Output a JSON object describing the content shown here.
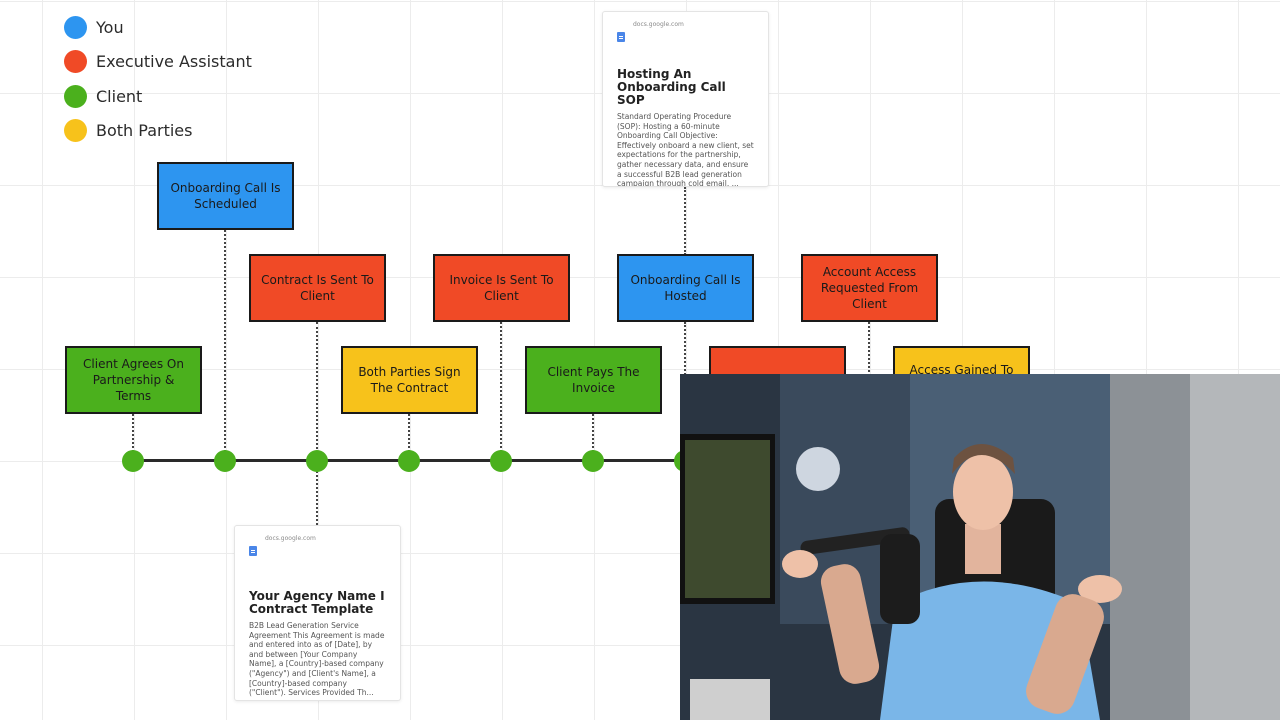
{
  "legend": [
    {
      "label": "You",
      "color": "#2d95f0"
    },
    {
      "label": "Executive Assistant",
      "color": "#f04a26"
    },
    {
      "label": "Client",
      "color": "#4bb01d"
    },
    {
      "label": "Both Parties",
      "color": "#f7c21b"
    }
  ],
  "nodes": {
    "onboarding_scheduled": "Onboarding Call Is Scheduled",
    "contract_sent": "Contract Is Sent To Client",
    "invoice_sent": "Invoice Is Sent To Client",
    "onboarding_hosted": "Onboarding Call Is Hosted",
    "account_access_requested": "Account Access Requested From Client",
    "client_agrees": "Client Agrees On Partnership & Terms",
    "both_sign": "Both Parties Sign The Contract",
    "client_pays": "Client Pays The Invoice",
    "access_gained": "Access Gained To"
  },
  "doc_cards": {
    "sop": {
      "source": "docs.google.com",
      "title": "Hosting An Onboarding Call SOP",
      "body": "Standard Operating Procedure (SOP): Hosting a 60-minute Onboarding Call Objective: Effectively onboard a new client, set expectations for the partnership, gather necessary data, and ensure a successful B2B lead generation campaign through cold email. ..."
    },
    "contract": {
      "source": "docs.google.com",
      "title": "Your Agency Name I Contract Template",
      "body": "B2B Lead Generation Service Agreement This Agreement is made and entered into as of [Date], by and between [Your Company Name], a [Country]-based company (\"Agency\") and [Client's Name], a [Country]-based company (\"Client\"). Services Provided Th..."
    }
  },
  "colors": {
    "you": "#2d95f0",
    "executive_assistant": "#f04a26",
    "client": "#4bb01d",
    "both_parties": "#f7c21b"
  }
}
